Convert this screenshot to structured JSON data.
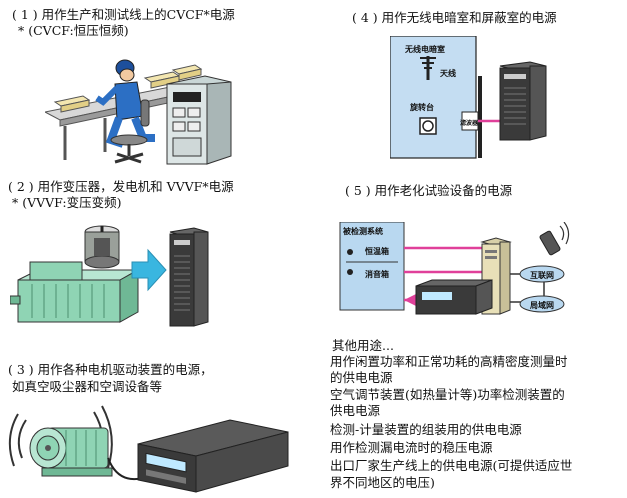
{
  "sections": {
    "s1": {
      "title": "( 1 ) 用作生产和测试线上的CVCF*电源",
      "note": "* (CVCF:恒压恒频)"
    },
    "s2": {
      "title": "( 2 ) 用作变压器，发电机和 VVVF*电源",
      "note": "* (VVVF:变压变频)"
    },
    "s3": {
      "title_line1": "( 3 ) 用作各种电机驱动装置的电源，",
      "title_line2": "如真空吸尘器和空调设备等"
    },
    "s4": {
      "title": "( 4 ) 用作无线电暗室和屏蔽室的电源"
    },
    "s5": {
      "title": "( 5 ) 用作老化试验设备的电源"
    }
  },
  "labels": {
    "anechoic_chamber": "无线电暗室",
    "antenna": "天线",
    "turntable": "旋转台",
    "filter": "滤波器",
    "test_system": "被检测系统",
    "thermostat_box": "恒温箱",
    "muffler_box": "消音箱",
    "internet": "互联网",
    "lan": "局域网"
  },
  "other_uses": {
    "heading": "其他用途...",
    "lines": [
      "  用作闲置功率和正常功耗的高精密度测量时",
      "的供电电源",
      "  空气调节装置(如热量计等)功率检测装置的",
      "供电电源",
      "  检测-计量装置的组装用的供电电源",
      "  用作检测漏电流时的稳压电源",
      "  出口厂家生产线上的供电电源(可提供适应世",
      "界不同地区的电压)"
    ]
  },
  "colors": {
    "green": "#8fd4b4",
    "blue_box": "#b9d8f0",
    "cyan_arrow": "#39b6e0",
    "magenta_cable": "#e0409a",
    "dark_device": "#3a3a3a"
  }
}
